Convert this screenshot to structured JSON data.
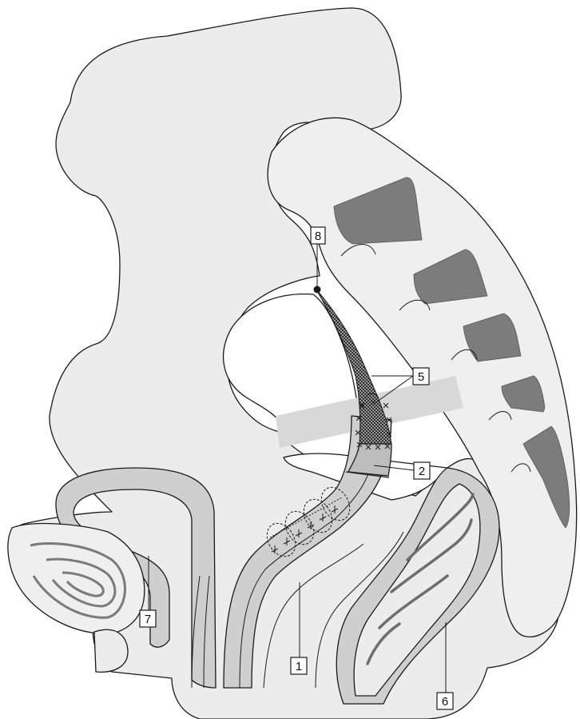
{
  "colors": {
    "tissue": "#ececec",
    "structure": "#cfcfcf",
    "bone": "#efefef",
    "vertebra": "#7c7c7c",
    "cavity": "#ffffff",
    "mesh": "#3a3a3a",
    "line": "#1a1a1a"
  },
  "labels": {
    "l1": "1",
    "l2": "2",
    "l5": "5",
    "l6": "6",
    "l7": "7",
    "l8": "8"
  }
}
